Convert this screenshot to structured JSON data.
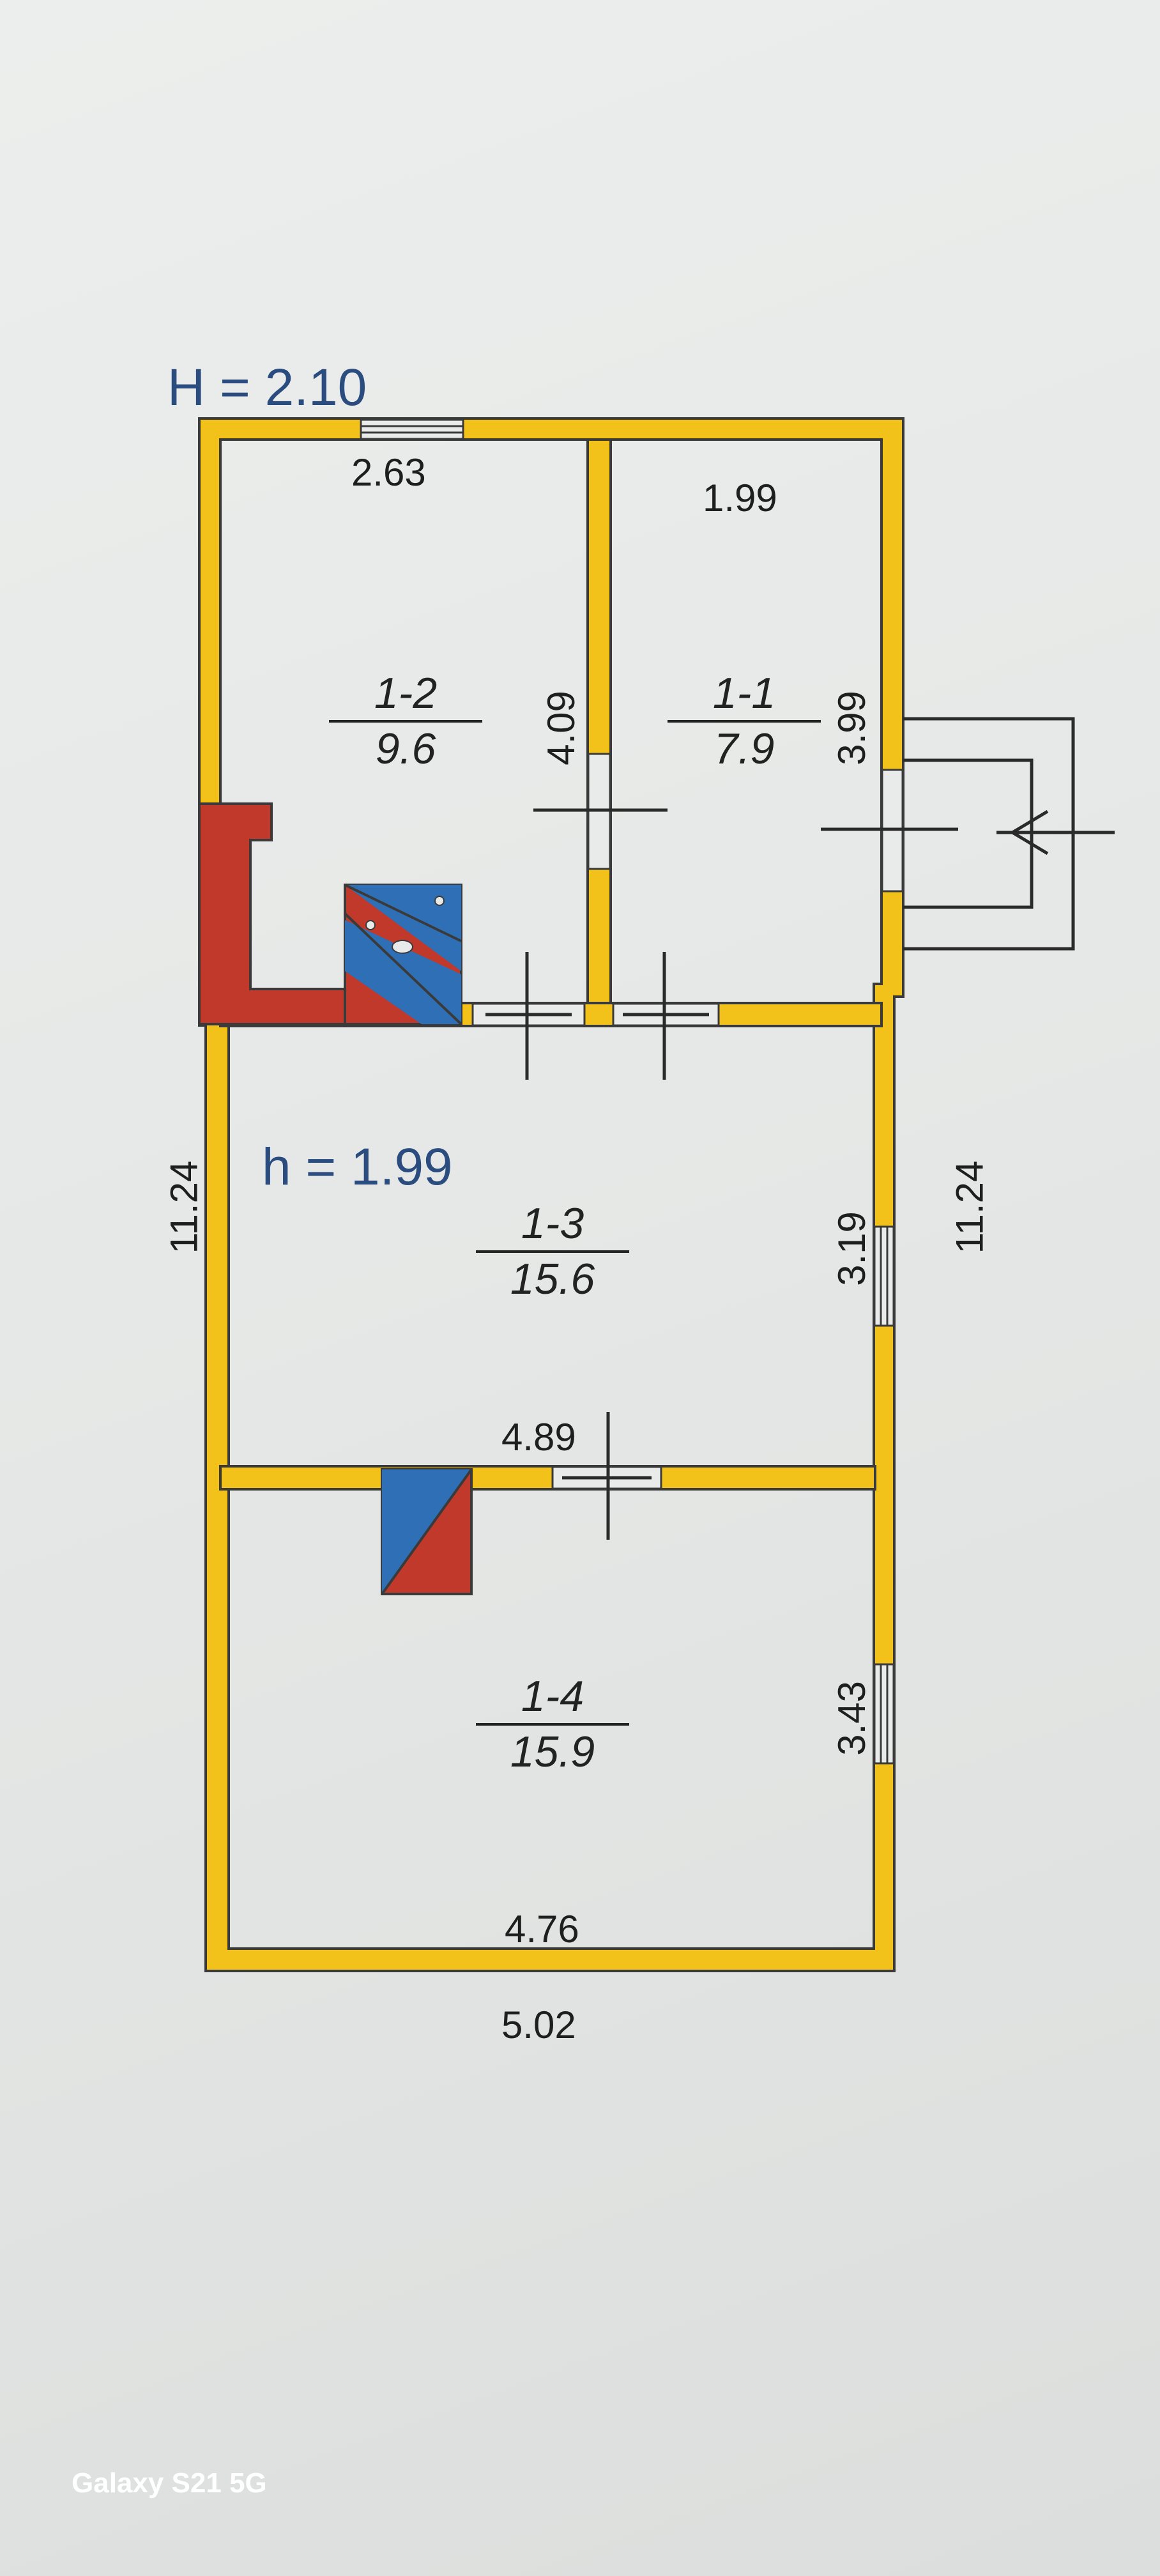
{
  "heights": {
    "ceiling_main": "H = 2.10",
    "ceiling_room": "h = 1.99"
  },
  "rooms": [
    {
      "id": "1-1",
      "area": "7.9"
    },
    {
      "id": "1-2",
      "area": "9.6"
    },
    {
      "id": "1-3",
      "area": "15.6"
    },
    {
      "id": "1-4",
      "area": "15.9"
    }
  ],
  "dimensions": {
    "top_left_width": "2.63",
    "top_right_width": "1.99",
    "room_1_2_height": "4.09",
    "room_1_1_height": "3.99",
    "room_1_3_height": "3.19",
    "room_1_3_width": "4.89",
    "room_1_4_height": "3.43",
    "room_1_4_width": "4.76",
    "outer_width": "5.02",
    "outer_height_left": "11.24",
    "outer_height_right": "11.24"
  },
  "colors": {
    "wall": "#f2c21a",
    "wall_outline": "#3a3a3a",
    "stove_red": "#c0392b",
    "stove_blue": "#2e6fb5"
  },
  "camera_watermark": "Galaxy S21 5G"
}
